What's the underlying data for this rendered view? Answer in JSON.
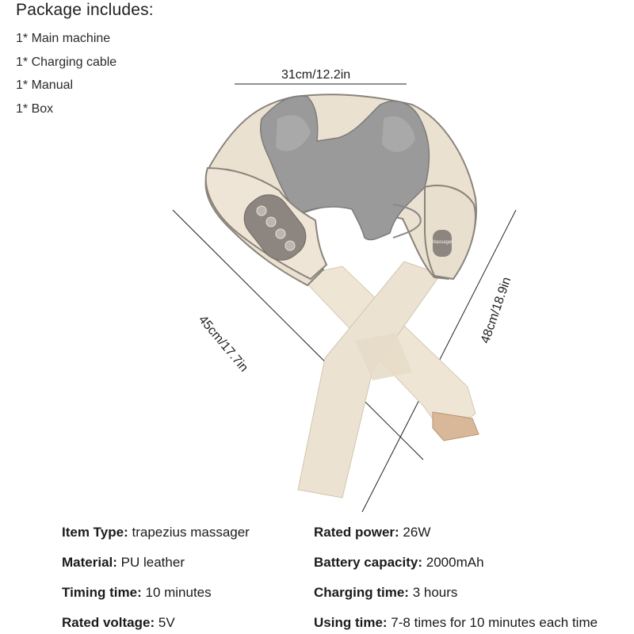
{
  "package": {
    "title": "Package includes:",
    "items": [
      "1* Main machine",
      "1* Charging cable",
      "1* Manual",
      "1* Box"
    ]
  },
  "dimensions": {
    "width": "31cm/12.2in",
    "diagonal": "45cm/17.7in",
    "height": "48cm/18.9in"
  },
  "product": {
    "brand_tag": "Massager",
    "colors": {
      "body": "#ebe1d1",
      "strap": "#efe5d5",
      "mesh": "#9a9a9a",
      "trim": "#8a837a",
      "buckle": "#d9b89a"
    }
  },
  "specs": {
    "left": [
      {
        "label": "Item Type:",
        "value": "trapezius massager"
      },
      {
        "label": "Material:",
        "value": "PU leather"
      },
      {
        "label": "Timing time:",
        "value": "10 minutes"
      },
      {
        "label": "Rated voltage:",
        "value": "5V"
      }
    ],
    "right": [
      {
        "label": "Rated power:",
        "value": "26W"
      },
      {
        "label": "Battery capacity:",
        "value": "2000mAh"
      },
      {
        "label": "Charging time:",
        "value": "3 hours"
      },
      {
        "label": "Using time:",
        "value": "7-8 times for 10 minutes each time"
      }
    ]
  }
}
